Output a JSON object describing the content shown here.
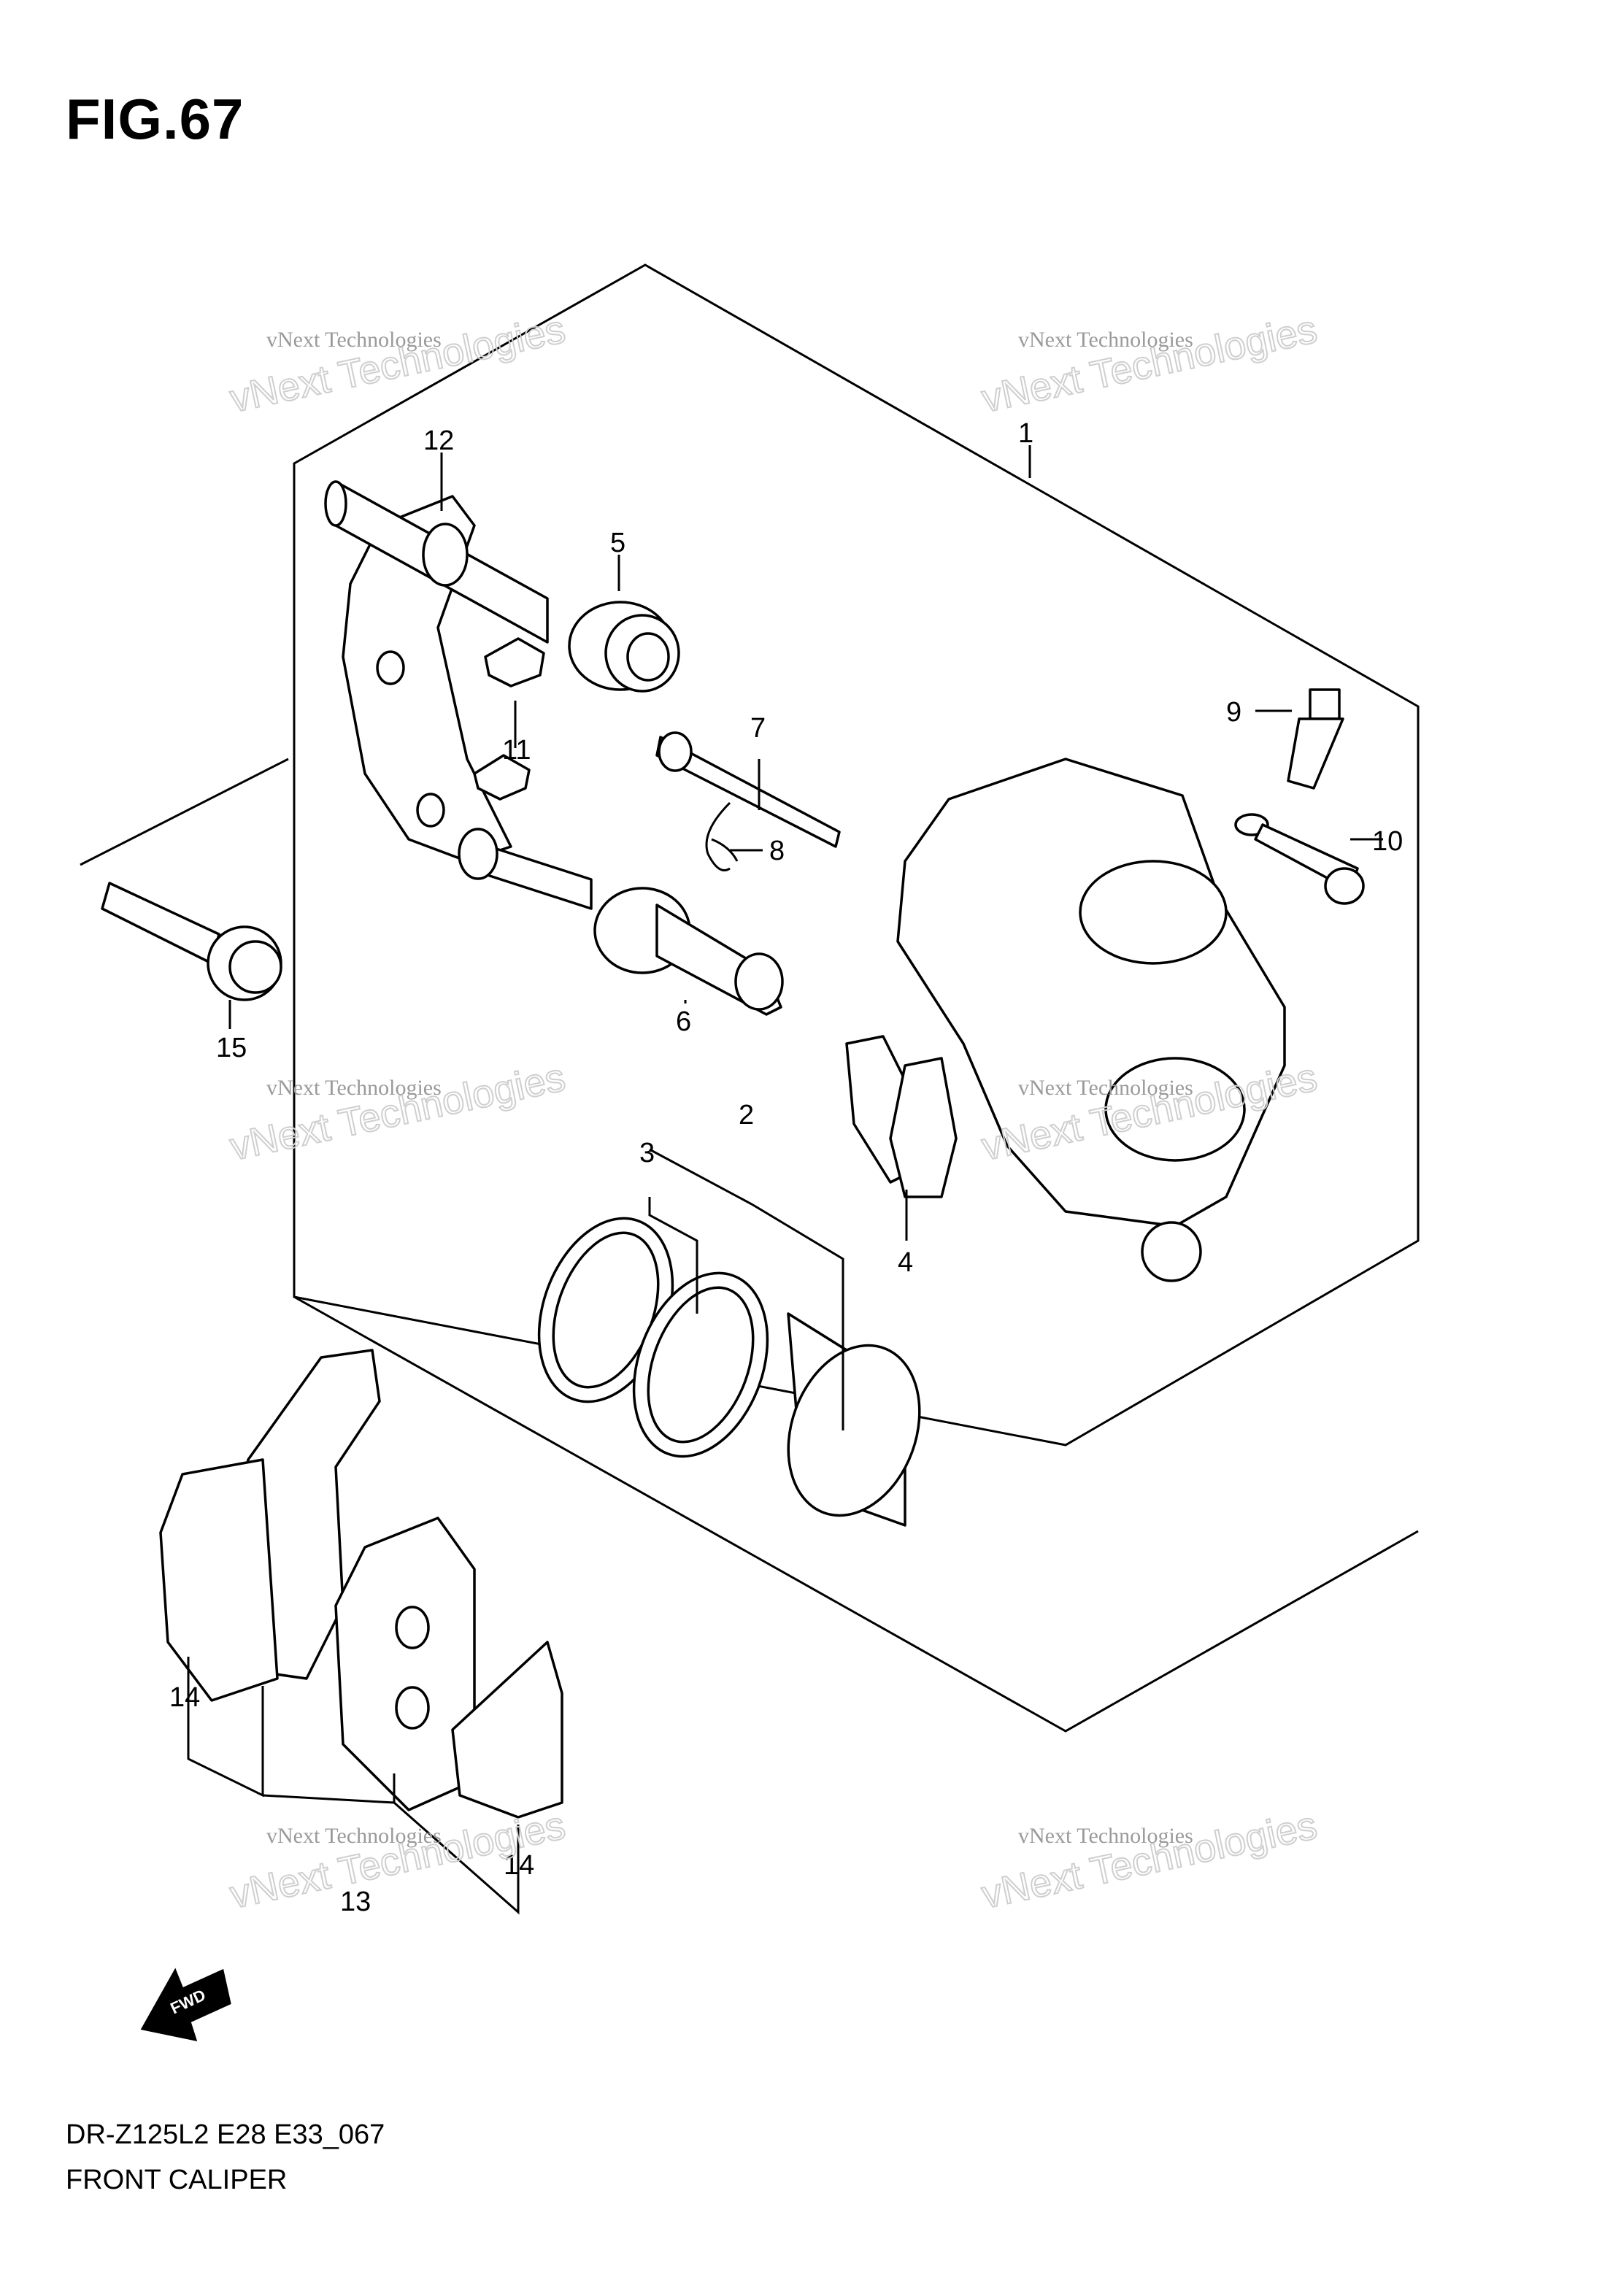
{
  "figure": {
    "title": "FIG.67",
    "model_code": "DR-Z125L2 E28 E33_067",
    "caption": "FRONT CALIPER"
  },
  "callouts": [
    {
      "id": "1",
      "label": "1"
    },
    {
      "id": "2",
      "label": "2"
    },
    {
      "id": "3",
      "label": "3"
    },
    {
      "id": "4",
      "label": "4"
    },
    {
      "id": "5",
      "label": "5"
    },
    {
      "id": "6",
      "label": "6"
    },
    {
      "id": "7",
      "label": "7"
    },
    {
      "id": "8",
      "label": "8"
    },
    {
      "id": "9",
      "label": "9"
    },
    {
      "id": "10",
      "label": "10"
    },
    {
      "id": "11",
      "label": "11"
    },
    {
      "id": "12",
      "label": "12"
    },
    {
      "id": "13",
      "label": "13"
    },
    {
      "id": "14a",
      "label": "14"
    },
    {
      "id": "14b",
      "label": "14"
    },
    {
      "id": "15",
      "label": "15"
    }
  ],
  "watermark": {
    "line1": "vNext Technologies",
    "line2": "vNext Technologies"
  },
  "fwd_arrow": {
    "label": "FWD"
  }
}
